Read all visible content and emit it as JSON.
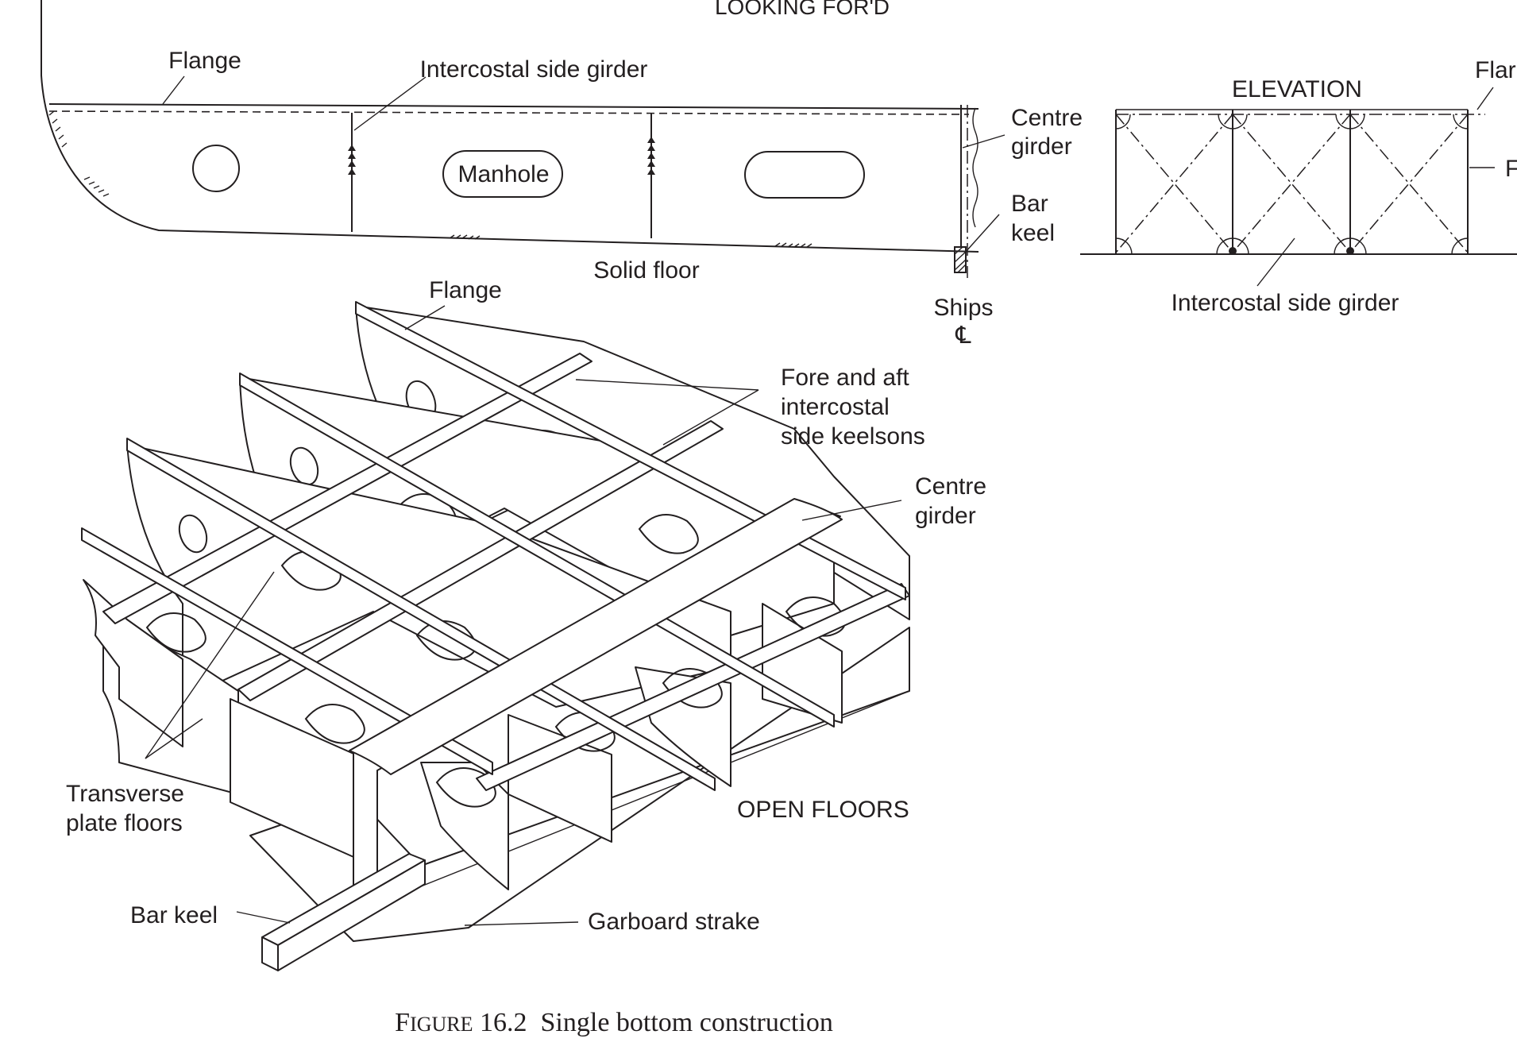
{
  "section_view": {
    "heading": "LOOKING FOR'D",
    "labels": {
      "flange": "Flange",
      "intercostal_side_girder": "Intercostal side girder",
      "manhole": "Manhole",
      "centre_girder_1": "Centre",
      "centre_girder_2": "girder",
      "bar_keel_1": "Bar",
      "bar_keel_2": "keel",
      "solid_floor": "Solid floor",
      "ships_cl_1": "Ships",
      "ships_cl_2": "℄"
    }
  },
  "elevation_view": {
    "heading": "ELEVATION",
    "labels": {
      "flange_partial": "Flar",
      "floor_partial": "F",
      "intercostal_side_girder": "Intercostal side girder"
    }
  },
  "isometric_view": {
    "labels": {
      "flange": "Flange",
      "keelsons_1": "Fore and aft",
      "keelsons_2": "intercostal",
      "keelsons_3": "side keelsons",
      "centre_girder_1": "Centre",
      "centre_girder_2": "girder",
      "transverse_1": "Transverse",
      "transverse_2": "plate floors",
      "open_floors": "OPEN FLOORS",
      "bar_keel": "Bar keel",
      "garboard_strake": "Garboard strake"
    }
  },
  "caption": {
    "prefix": "F",
    "smallcaps": "IGURE",
    "rest": " 16.2  Single bottom construction"
  }
}
